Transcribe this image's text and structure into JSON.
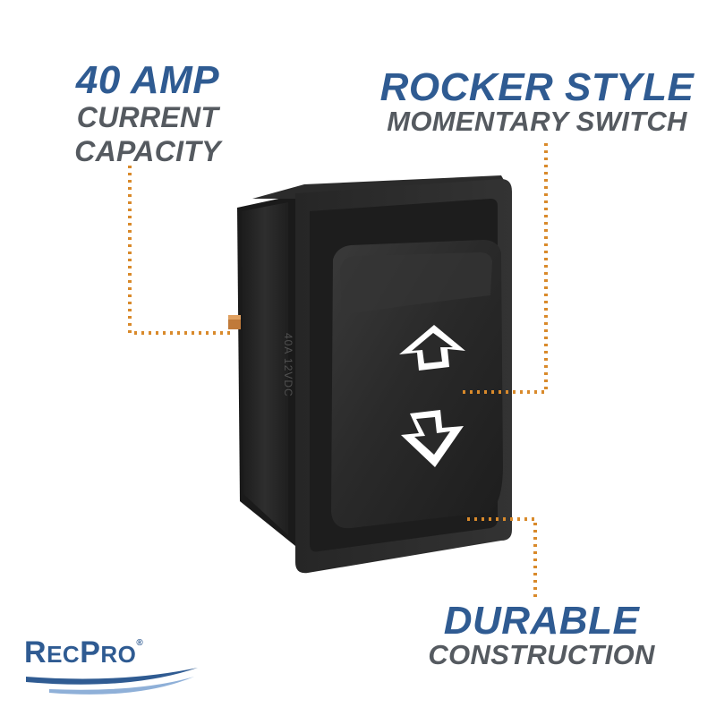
{
  "callouts": {
    "current": {
      "title": "40 AMP",
      "line1": "CURRENT",
      "line2": "CAPACITY"
    },
    "style": {
      "title": "ROCKER STYLE",
      "subtitle": "MOMENTARY SWITCH"
    },
    "durable": {
      "title": "DURABLE",
      "subtitle": "CONSTRUCTION"
    }
  },
  "switch": {
    "side_marking": "40A 12VDC",
    "arrows": [
      "arrow-up-icon",
      "arrow-down-icon"
    ]
  },
  "brand": {
    "name_r": "R",
    "name_ec": "EC",
    "name_p": "P",
    "name_ro": "RO",
    "registered": "®"
  },
  "colors": {
    "accent_blue": "#2f5b92",
    "text_gray": "#555a60",
    "leader_orange": "#d98a2b",
    "switch_black": "#242424"
  }
}
